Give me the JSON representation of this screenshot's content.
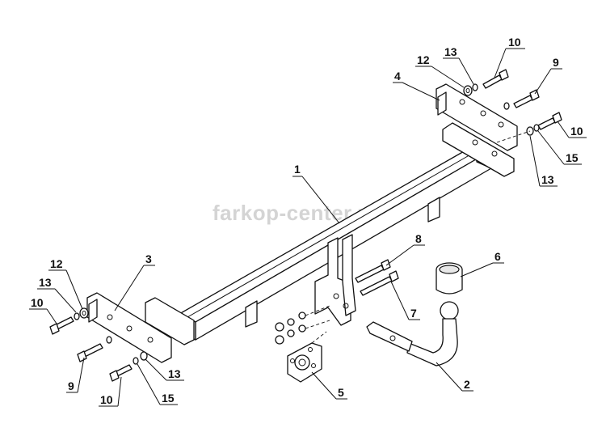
{
  "watermark": "farkop-center.ru",
  "callouts": {
    "top_10a": "10",
    "top_13": "13",
    "top_12": "12",
    "top_4": "4",
    "top_9": "9",
    "top_10b": "10",
    "top_15": "15",
    "top_13b": "13",
    "mid_1": "1",
    "left_12": "12",
    "left_3": "3",
    "left_13": "13",
    "left_10": "10",
    "left_9": "9",
    "left_10b": "10",
    "left_15": "15",
    "left_13b": "13",
    "right_8": "8",
    "right_6": "6",
    "right_7": "7",
    "right_5": "5",
    "right_2": "2"
  }
}
